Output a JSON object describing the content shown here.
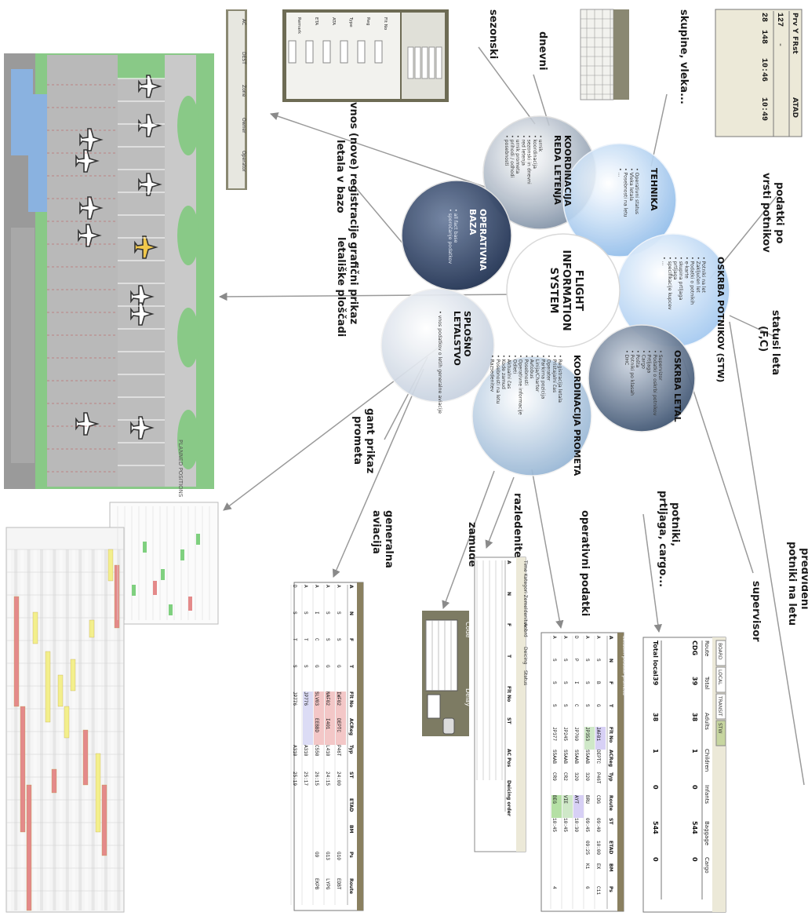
{
  "center": {
    "lines": [
      "FLIGHT",
      "INFORMATION",
      "SYSTEM"
    ]
  },
  "petals": {
    "koordinacija_reda": {
      "title": [
        "KOORDINACIJA",
        "REDA LETENJA"
      ],
      "items": [
        "urnik",
        "koordinacija",
        "sezonski in dnevni",
        "red letenja",
        "urnik prometa",
        "prihodi / odhodi",
        "posebnosti"
      ],
      "color": "#8a98a8"
    },
    "tehnika": {
      "title": [
        "TEHNIKA"
      ],
      "items": [
        "Operativni status",
        "Vleka letala",
        "Posebnosti na letu",
        "..."
      ],
      "color": "#a9c9ec"
    },
    "oskrba_potnikov": {
      "title": [
        "OSKRBA POTNIKOV (STW)"
      ],
      "items": [
        "Potniki na let",
        "Zaključen let",
        "Podatki o potnikih",
        "e-karte",
        "skupina prtljaga",
        "prtljaga",
        "specifikacije kupcev",
        "..."
      ],
      "color": "#b8d4f2"
    },
    "oskrba_letal": {
      "title": [
        "OSKRBA LETAL"
      ],
      "items": [
        "Supervizor",
        "Podatki o oskrbi potnikov",
        "Prtljaga",
        "Cargo",
        "Pošta",
        "Potniki po klasah",
        "DHC"
      ],
      "color": "#5a6e86"
    },
    "koordinacija_prometa": {
      "title": [
        "KOORDINACIJA PROMETA"
      ],
      "items": [
        "Registracija letala",
        "Pristajalni čas",
        "Operater",
        "Parkirna pozicija",
        "Linija/Charter",
        "Avtobus",
        "Posebnosti",
        "Operativne informacije",
        "Odleti",
        "Aktualni čas",
        "Kode zamud",
        "Posebnosti na letu",
        "Razsedenitev"
      ],
      "color": "#a9c3dd"
    },
    "splosno_letalstvo": {
      "title": [
        "SPLOŠNO",
        "LETALSTVO"
      ],
      "items": [
        "vnos podatkov o letih generalne aviacije"
      ],
      "color": "#dbe3ee"
    },
    "operativna_baza": {
      "title": [
        "OPERATIVNA",
        "BAZA"
      ],
      "items": [
        "all fact base",
        "sporočanje podatkov"
      ],
      "color": "#2f4463"
    }
  },
  "callouts": {
    "sezonski": "sezonski",
    "dnevni": "dnevni",
    "skupine_vleka": "skupine, vleka...",
    "podatki_po_vrsti": [
      "podatki po",
      "vrsti potnikov"
    ],
    "statusi_leta": [
      "statusi leta",
      "(F,C)"
    ],
    "vnos_registracije": [
      "vnos (nove) registracije",
      "letala v bazo"
    ],
    "graficni_prikaz": [
      "grafični prikaz",
      "letališke ploščadi"
    ],
    "gant_prikaz": [
      "gant prikaz",
      "prometa"
    ],
    "generalna_aviacija": [
      "generalna",
      "aviacija"
    ],
    "zamude": "zamude",
    "razledenitev": "razledenitev",
    "operativni_podatki": "operativni podatki",
    "potniki_prtljaga": [
      "potniki,",
      "prtljaga, cargo..."
    ],
    "supervisor": "supervisor",
    "predvideni_potniki": [
      "predvideni",
      "potniki na letu"
    ]
  },
  "screens": {
    "tech_table": {
      "headers": [
        "Prv Y",
        "FRst",
        "ATAD"
      ],
      "rows": [
        [
          "127",
          "-",
          ""
        ],
        [
          "28",
          "148",
          "10:46",
          "10:49"
        ]
      ]
    },
    "passenger_table": {
      "tabs": [
        "BOARD",
        "LOCAL",
        "TRANSIT",
        "STW"
      ],
      "headers": [
        "Route",
        "Total",
        "Adults",
        "Children",
        "Infants",
        "Baggage",
        "Cargo"
      ],
      "row1": [
        "CDG",
        "39",
        "38",
        "1",
        "0",
        "544",
        "0"
      ],
      "row2": [
        "Total local",
        "39",
        "38",
        "1",
        "0",
        "544",
        "0"
      ]
    },
    "ops_table": {
      "title": "aktualni podatki prometa",
      "headers": [
        "A",
        "N",
        "F",
        "T",
        "Flt No",
        "ACReg",
        "Typ",
        "Route",
        "ST",
        "ETAD",
        "BM",
        "Ps"
      ],
      "rows": [
        [
          "A",
          "S",
          "B",
          "G",
          "JAF01",
          "DEPTC",
          "P46T",
          "CDG",
          "09:40",
          "10:00",
          "EX",
          "C11"
        ],
        [
          "A",
          "S",
          "S",
          "S",
          "JP353",
          "S5AAB",
          "320",
          "BRU",
          "09:45",
          "09:25",
          "K1",
          "6"
        ],
        [
          "D",
          "P",
          "I",
          "C",
          "JP760",
          "S5AAB",
          "320",
          "AYT",
          "10:30",
          "",
          "",
          ""
        ],
        [
          "A",
          "S",
          "S",
          "S",
          "JP245",
          "S5AAB",
          "CR2",
          "VIE",
          "10:45",
          "",
          "",
          ""
        ],
        [
          "A",
          "S",
          "S",
          "S",
          "JP377",
          "S5AAB",
          "CR9",
          "BEG",
          "10:45",
          "",
          "",
          "4"
        ]
      ]
    },
    "deicing_table": {
      "title": "Time Kategori Zemeldenitev",
      "tabs": [
        "Aobrd",
        "Deicing",
        "Status"
      ],
      "headers": [
        "A",
        "N",
        "F",
        "T",
        "Flt No",
        "ST",
        "AC Pos",
        "Deicing order"
      ]
    },
    "delay_table": {
      "headers": [
        "Code",
        "Delay"
      ]
    },
    "ga_table": {
      "title": "splošno letalstvo",
      "headers": [
        "A",
        "N",
        "F",
        "T",
        "Flt No",
        "ACReg",
        "Typ",
        "ST",
        "ETAD",
        "BM",
        "Ps",
        "Route"
      ],
      "rows": [
        [
          "A",
          "S",
          "S",
          "G",
          "IWF02",
          "DEPTC",
          "P46T",
          "24:00",
          "",
          "",
          "G10",
          "EDBT"
        ],
        [
          "A",
          "S",
          "S",
          "G",
          "NAF02",
          "I401",
          "L410",
          "24:15",
          "",
          "",
          "G13",
          "LYPG"
        ],
        [
          "A",
          "I",
          "C",
          "G",
          "SLV03",
          "EEBBD",
          "C550",
          "26:15",
          "",
          "",
          "G9",
          "EKPB"
        ],
        [
          "A",
          "S",
          "T",
          "S",
          "JP776",
          "",
          "A310",
          "25:17",
          "",
          "",
          "",
          ""
        ],
        [
          "D",
          "S",
          "T",
          "S",
          "JP776",
          "",
          "A310",
          "25:19",
          "",
          "",
          "",
          ""
        ]
      ]
    },
    "flight_form": {
      "fields": [
        "Flt No",
        "Reg",
        "Type",
        "ATA",
        "ETA",
        "Remark"
      ]
    },
    "apron_map": {
      "label": "PLANNED POSITIONS"
    },
    "ops_form": {
      "labels": [
        "AC",
        "DEST",
        "Zone",
        "Owner",
        "Operator"
      ]
    }
  },
  "colors": {
    "apron_grass": "#89c987",
    "apron_tarmac": "#b9b9b9",
    "terminal": "#8ab2e0",
    "panel": "#7d7b63",
    "gantt_red": "#e48a8a",
    "gantt_yellow": "#f3ef8c",
    "gantt_green": "#7fd07f"
  }
}
